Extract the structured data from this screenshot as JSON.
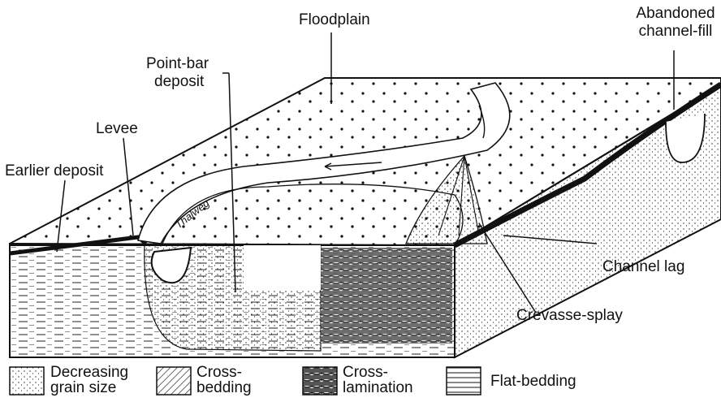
{
  "labels": {
    "floodplain": "Floodplain",
    "abandoned": "Abandoned channel-fill",
    "abandoned_l1": "Abandoned",
    "abandoned_l2": "channel-fill",
    "pointbar_l1": "Point-bar",
    "pointbar_l2": "deposit",
    "levee": "Levee",
    "earlier": "Earlier deposit",
    "thalweg": "Thalweg",
    "channel_lag": "Channel lag",
    "crevasse": "Crevasse-splay"
  },
  "legend": {
    "items": [
      {
        "l1": "Decreasing",
        "l2": "grain size"
      },
      {
        "l1": "Cross-",
        "l2": "bedding"
      },
      {
        "l1": "Cross-",
        "l2": "lamination"
      },
      {
        "l1": "Flat-bedding",
        "l2": ""
      }
    ]
  }
}
